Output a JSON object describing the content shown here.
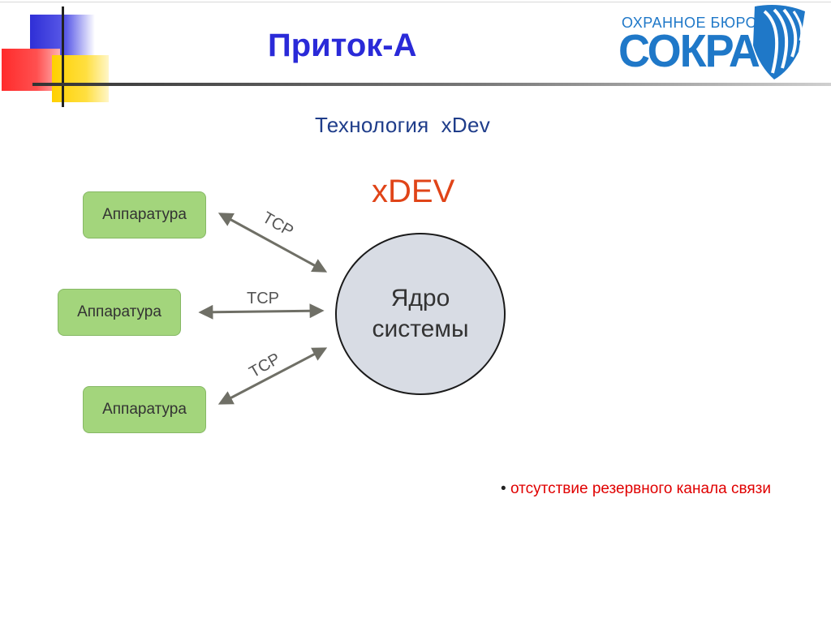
{
  "slide": {
    "title": "Приток-А",
    "subtitle": "Технология  xDev"
  },
  "logo": {
    "line1": "ОХРАННОЕ БЮРО",
    "line2": "СОКРАТ"
  },
  "diagram": {
    "system_label": "xDEV",
    "core": {
      "line1": "Ядро",
      "line2": "системы"
    },
    "devices": [
      "Аппаратура",
      "Аппаратура",
      "Аппаратура"
    ],
    "links": [
      "TCP",
      "TCP",
      "TCP"
    ]
  },
  "note": {
    "bullet": "•",
    "text": "отсутствие резервного канала связи"
  },
  "colors": {
    "title": "#2a2ad8",
    "subtitle": "#1f3d8a",
    "accent_xdev": "#e04418",
    "device_fill": "#a3d57c",
    "core_fill": "#d8dce4",
    "arrow": "#6f6f66",
    "note_text": "#e00000",
    "logo": "#1f78c8"
  }
}
